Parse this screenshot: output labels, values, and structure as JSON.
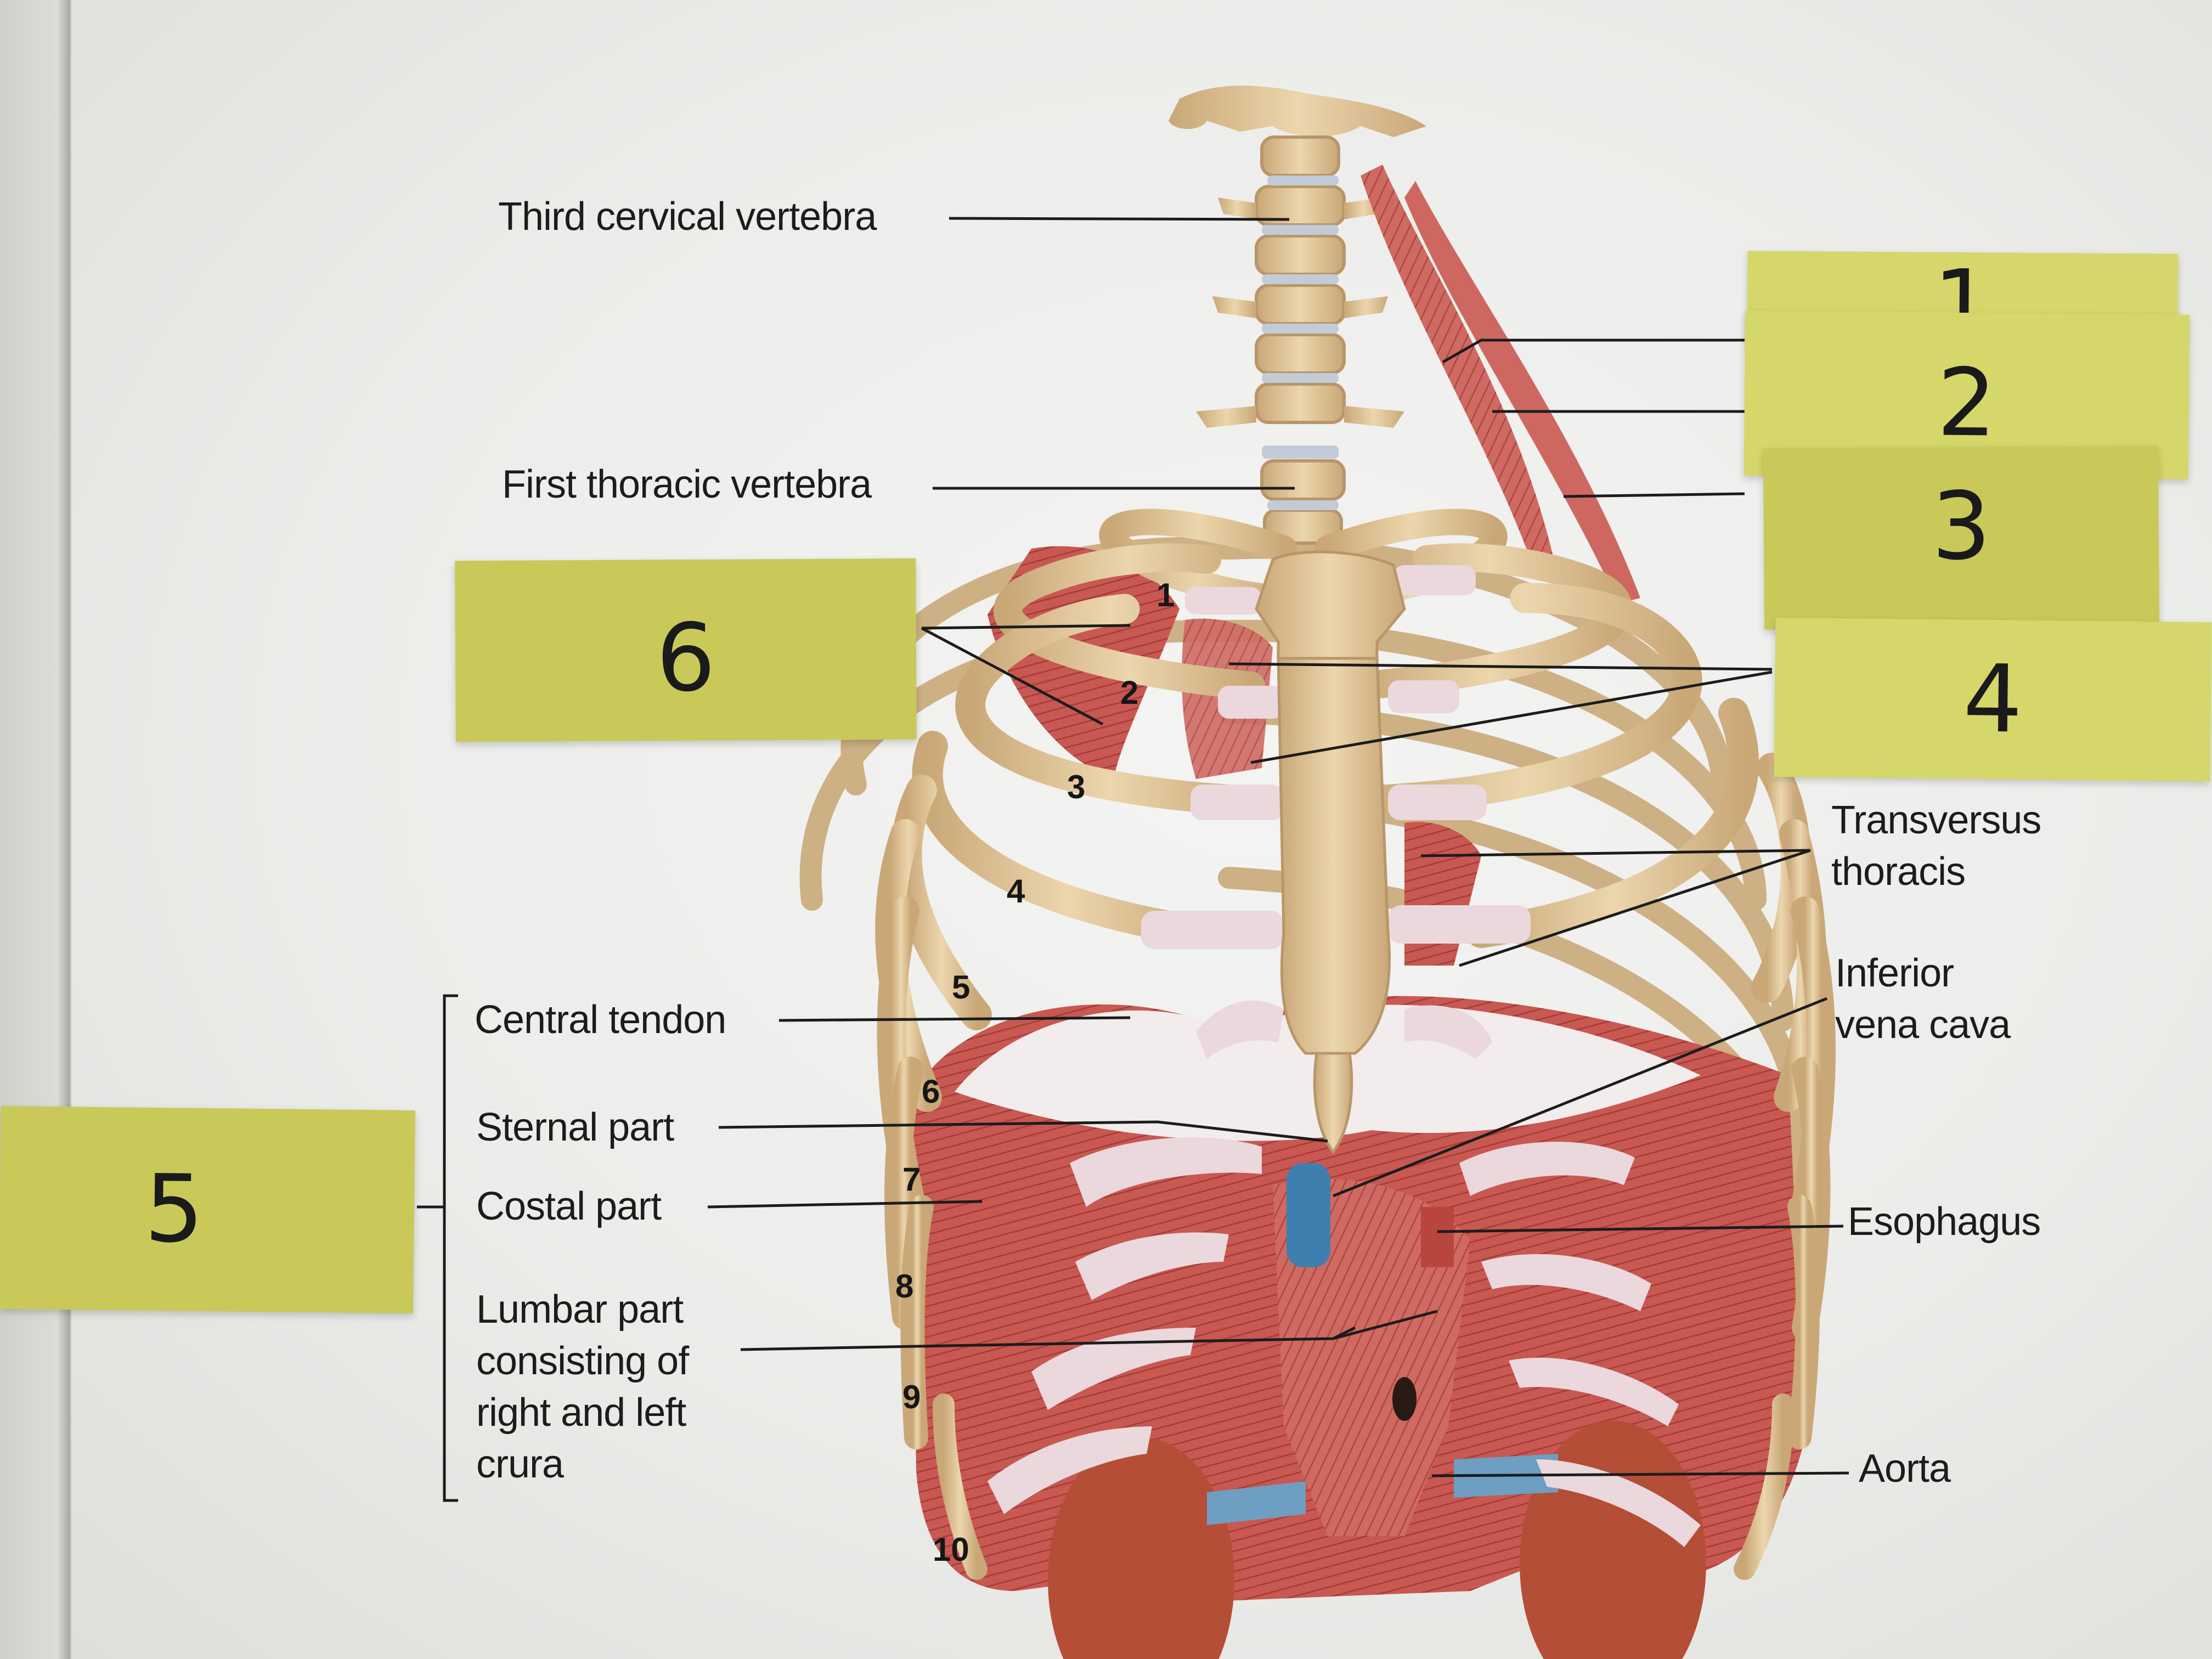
{
  "labels": {
    "third_cervical": "Third cervical vertebra",
    "first_thoracic": "First thoracic vertebra",
    "central_tendon": "Central tendon",
    "sternal_part": "Sternal part",
    "costal_part": "Costal part",
    "lumbar_part": [
      "Lumbar part",
      "consisting of",
      "right and left",
      "crura"
    ],
    "transversus": [
      "Transversus",
      "thoracis"
    ],
    "ivc": [
      "Inferior",
      "vena cava"
    ],
    "esophagus": "Esophagus",
    "aorta": "Aorta"
  },
  "rib_numbers": [
    "1",
    "2",
    "3",
    "4",
    "5",
    "6",
    "7",
    "8",
    "9",
    "10"
  ],
  "sticky_notes": {
    "n1": "1",
    "n2": "2",
    "n3": "3",
    "n4": "4",
    "n5": "5",
    "n6": "6"
  },
  "colors": {
    "note": "#c9c95a",
    "bone": "#e3c99b",
    "muscle": "#c0504a",
    "cartilage": "#ead8dc",
    "vein": "#3f7fb0"
  }
}
